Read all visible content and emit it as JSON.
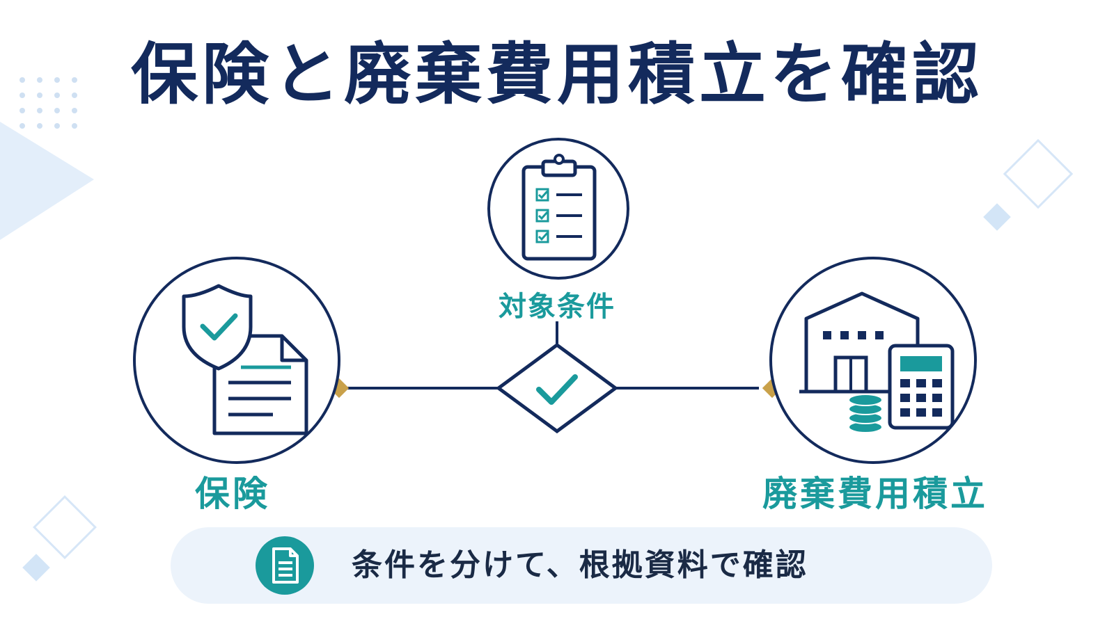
{
  "title": "保険と廃棄費用積立を確認",
  "nodes": {
    "conditions": {
      "label": "対象条件",
      "icon": "clipboard-checklist-icon"
    },
    "insurance": {
      "label": "保険",
      "icon": "shield-document-icon"
    },
    "reserve": {
      "label": "廃棄費用積立",
      "icon": "warehouse-calculator-icon"
    },
    "hub": {
      "icon": "check-diamond-icon"
    }
  },
  "banner": {
    "text": "条件を分けて、根拠資料で確認",
    "icon": "document-icon"
  },
  "colors": {
    "navy": "#132a5c",
    "teal": "#1a9a9c",
    "gold": "#c9a14a",
    "light_blue": "#dbe9f8",
    "banner_bg": "#ecf3fb"
  }
}
